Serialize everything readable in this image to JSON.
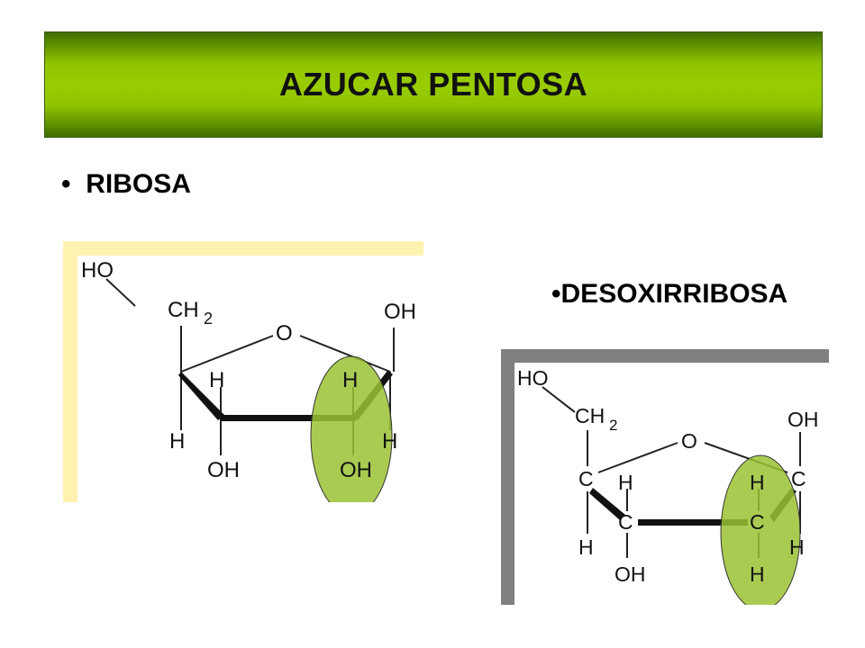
{
  "slide": {
    "title": "AZUCAR PENTOSA",
    "bullet_ribosa": "RIBOSA",
    "bullet_desoxirribosa": "DESOXIRRIBOSA",
    "bullet_mark": "•"
  },
  "ribosa_structure": {
    "labels": {
      "ho_top": "HO",
      "ch2_main": "CH",
      "ch2_sub": "2",
      "ring_o": "O",
      "oh_right": "OH",
      "h_c3_up": "H",
      "h_c2_up": "H",
      "h_c4_down": "H",
      "h_c1_down": "H",
      "oh_c3_down": "OH",
      "oh_c2_down": "OH"
    }
  },
  "desoxirribosa_structure": {
    "labels": {
      "ho_top": "HO",
      "ch2_main": "CH",
      "ch2_sub": "2",
      "ring_o": "O",
      "oh_right": "OH",
      "c4": "C",
      "c1": "C",
      "c3": "C",
      "c2": "C",
      "h_c3_up": "H",
      "h_c2_up": "H",
      "h_c4_down": "H",
      "h_c1_down": "H",
      "oh_c3_down": "OH",
      "h_c2_down": "H"
    }
  },
  "colors": {
    "banner_light": "#9acd00",
    "banner_dark": "#3e6f00",
    "ribosa_frame": "#fff2b0",
    "desoxi_frame": "#808080",
    "highlight": "#9ac234"
  }
}
